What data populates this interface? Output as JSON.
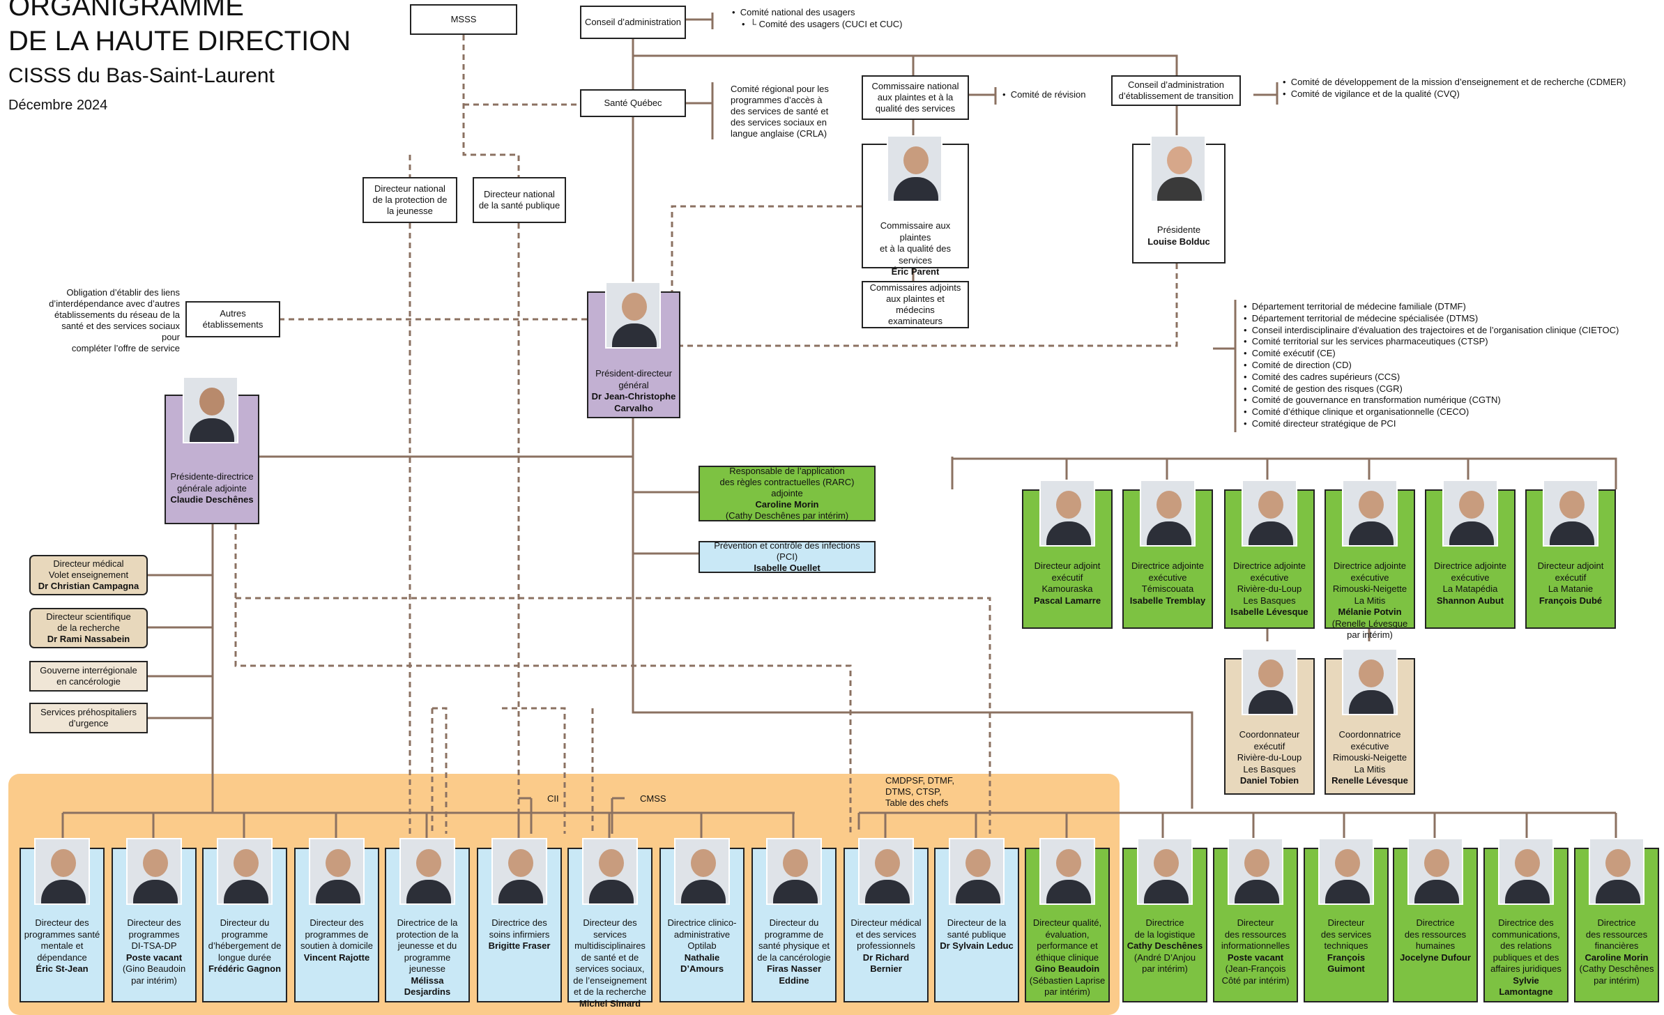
{
  "header": {
    "line1": "ORGANIGRAMME",
    "line2": "DE LA HAUTE DIRECTION",
    "org": "CISSS du Bas-Saint-Laurent",
    "date": "Décembre 2024"
  },
  "top": {
    "msss": "MSSS",
    "cons_admin": "Conseil d’administration",
    "sante_quebec": "Santé Québec",
    "comites_usagers": [
      "Comité national des usagers",
      "└ Comité des usagers (CUCI et CUC)"
    ],
    "comite_regional": [
      "Comité régional pour les",
      "programmes d’accès à",
      "des services de santé et",
      "des services sociaux en",
      "langue anglaise (CRLA)"
    ],
    "dir_nat_prot": [
      "Directeur national",
      "de la protection de",
      "la jeunesse"
    ],
    "dir_nat_sante": [
      "Directeur national",
      "de la santé publique"
    ],
    "commissaire_nat": [
      "Commissaire national",
      "aux plaintes et à la",
      "qualité des services"
    ],
    "comite_revision": "Comité de révision",
    "commissaire": {
      "role1": "Commissaire aux plaintes",
      "role2": "et à la qualité des services",
      "name": "Éric Parent"
    },
    "commissaires_adj": [
      "Commissaires adjoints",
      "aux plaintes et médecins",
      "examinateurs"
    ],
    "ca_transition": [
      "Conseil d’administration",
      "d’établissement de transition"
    ],
    "comites_ca": [
      "Comité de développement de la mission d’enseignement et de recherche (CDMER)",
      "Comité de vigilance et de la qualité (CVQ)"
    ],
    "presidente": {
      "role": "Présidente",
      "name": "Louise Bolduc"
    },
    "obligation": [
      "Obligation d’établir des liens",
      "d’interdépendance avec d’autres",
      "établissements du réseau de la",
      "santé et des services sociaux pour",
      "compléter l’offre de service"
    ],
    "autres": "Autres établissements",
    "pdg": {
      "role1": "Président-directeur",
      "role2": "général",
      "name1": "Dr Jean-Christophe",
      "name2": "Carvalho"
    },
    "comites_pdg": [
      "Département territorial de médecine familiale (DTMF)",
      "Département territorial de médecine spécialisée (DTMS)",
      "Conseil interdisciplinaire d’évaluation des trajectoires et de l’organisation clinique (CIETOC)",
      "Comité territorial sur les services pharmaceutiques (CTSP)",
      "Comité exécutif (CE)",
      "Comité de direction (CD)",
      "Comité des cadres supérieurs (CCS)",
      "Comité de gestion des risques (CGR)",
      "Comité de gouvernance en transformation numérique (CGTN)",
      "Comité d’éthique clinique et organisationnelle (CECO)",
      "Comité directeur stratégique de PCI"
    ],
    "pdga": {
      "role1": "Présidente-directrice",
      "role2": "générale adjointe",
      "name": "Claudie Deschênes"
    },
    "rarc": {
      "l1": "Responsable de l’application",
      "l2": "des règles contractuelles (RARC) adjointe",
      "name": "Caroline Morin",
      "note": "(Cathy Deschênes par intérim)"
    },
    "pci": {
      "l1": "Prévention et contrôle des infections (PCI)",
      "name": "Isabelle Ouellet"
    }
  },
  "left": [
    {
      "l1": "Directeur médical",
      "l2": "Volet enseignement",
      "name": "Dr Christian Campagna"
    },
    {
      "l1": "Directeur scientifique",
      "l2": "de la recherche",
      "name": "Dr Rami Nassabein"
    },
    {
      "l1": "Gouverne interrégionale",
      "l2": "en cancérologie",
      "name": ""
    },
    {
      "l1": "Services préhospitaliers",
      "l2": "d’urgence",
      "name": ""
    }
  ],
  "exec": [
    {
      "lines": [
        "Directeur adjoint",
        "exécutif",
        "Kamouraska"
      ],
      "name": "Pascal Lamarre",
      "note": ""
    },
    {
      "lines": [
        "Directrice adjointe",
        "exécutive",
        "Témiscouata"
      ],
      "name": "Isabelle Tremblay",
      "note": ""
    },
    {
      "lines": [
        "Directrice adjointe",
        "exécutive",
        "Rivière-du-Loup",
        "Les Basques"
      ],
      "name": "Isabelle Lévesque",
      "note": ""
    },
    {
      "lines": [
        "Directrice adjointe",
        "exécutive",
        "Rimouski-Neigette",
        "La Mitis"
      ],
      "name": "Mélanie Potvin",
      "note": "(Renelle Lévesque par intérim)"
    },
    {
      "lines": [
        "Directrice adjointe",
        "exécutive",
        "La Matapédia"
      ],
      "name": "Shannon Aubut",
      "note": ""
    },
    {
      "lines": [
        "Directeur adjoint",
        "exécutif",
        "La Matanie"
      ],
      "name": "François Dubé",
      "note": ""
    }
  ],
  "coord": [
    {
      "lines": [
        "Coordonnateur",
        "exécutif",
        "Rivière-du-Loup",
        "Les Basques"
      ],
      "name": "Daniel Tobien"
    },
    {
      "lines": [
        "Coordonnatrice",
        "exécutive",
        "Rimouski-Neigette",
        "La Mitis"
      ],
      "name": "Renelle Lévesque"
    }
  ],
  "labels": {
    "cii": "CII",
    "cmss": "CMSS",
    "cmdpsf": [
      "CMDPSF, DTMF,",
      "DTMS, CTSP,",
      "Table des chefs"
    ]
  },
  "bottom": [
    {
      "lines": [
        "Directeur des",
        "programmes santé",
        "mentale et",
        "dépendance"
      ],
      "name": "Éric St-Jean",
      "note": ""
    },
    {
      "lines": [
        "Directeur des",
        "programmes",
        "DI-TSA-DP"
      ],
      "name": "Poste vacant",
      "note": "(Gino Beaudoin par intérim)"
    },
    {
      "lines": [
        "Directeur du",
        "programme",
        "d’hébergement de",
        "longue durée"
      ],
      "name": "Frédéric Gagnon",
      "note": ""
    },
    {
      "lines": [
        "Directeur des",
        "programmes de",
        "soutien à domicile"
      ],
      "name": "Vincent Rajotte",
      "note": ""
    },
    {
      "lines": [
        "Directrice de la",
        "protection de la",
        "jeunesse et du",
        "programme",
        "jeunesse"
      ],
      "name": "Mélissa Desjardins",
      "note": ""
    },
    {
      "lines": [
        "Directrice des",
        "soins infirmiers"
      ],
      "name": "Brigitte Fraser",
      "note": ""
    },
    {
      "lines": [
        "Directeur des services",
        "multidisciplinaires",
        "de santé et de",
        "services sociaux,",
        "de l’enseignement",
        "et de la recherche"
      ],
      "name": "Michel Simard",
      "note": ""
    },
    {
      "lines": [
        "Directrice clinico-",
        "administrative",
        "Optilab"
      ],
      "name": "Nathalie D’Amours",
      "note": ""
    },
    {
      "lines": [
        "Directeur du",
        "programme de",
        "santé physique et",
        "de la cancérologie"
      ],
      "name": "Firas Nasser Eddine",
      "note": ""
    },
    {
      "lines": [
        "Directeur médical",
        "et des services",
        "professionnels"
      ],
      "name": "Dr Richard Bernier",
      "note": ""
    },
    {
      "lines": [
        "Directeur de la",
        "santé publique"
      ],
      "name": "Dr Sylvain Leduc",
      "note": ""
    },
    {
      "lines": [
        "Directeur qualité,",
        "évaluation,",
        "performance et",
        "éthique clinique"
      ],
      "name": "Gino Beaudoin",
      "note": "(Sébastien Laprise par intérim)"
    },
    {
      "lines": [
        "Directrice",
        "de la logistique"
      ],
      "name": "Cathy Deschênes",
      "note": "(André D’Anjou par intérim)"
    },
    {
      "lines": [
        "Directeur",
        "des ressources",
        "informationnelles"
      ],
      "name": "Poste vacant",
      "note": "(Jean-François Côté par intérim)"
    },
    {
      "lines": [
        "Directeur",
        "des services",
        "techniques"
      ],
      "name": "François Guimont",
      "note": ""
    },
    {
      "lines": [
        "Directrice",
        "des ressources",
        "humaines"
      ],
      "name": "Jocelyne Dufour",
      "note": ""
    },
    {
      "lines": [
        "Directrice des",
        "communications,",
        "des relations",
        "publiques et des",
        "affaires juridiques"
      ],
      "name": "Sylvie Lamontagne",
      "note": ""
    },
    {
      "lines": [
        "Directrice",
        "des ressources",
        "financières"
      ],
      "name": "Caroline Morin",
      "note": "(Cathy Deschênes par intérim)"
    }
  ],
  "colors": {
    "line": "#8b7161",
    "purple": "#c2b0d2",
    "green": "#7dc242",
    "blue": "#c9e8f6",
    "tan": "#e8d8bc",
    "orange": "#fbcb8a"
  }
}
